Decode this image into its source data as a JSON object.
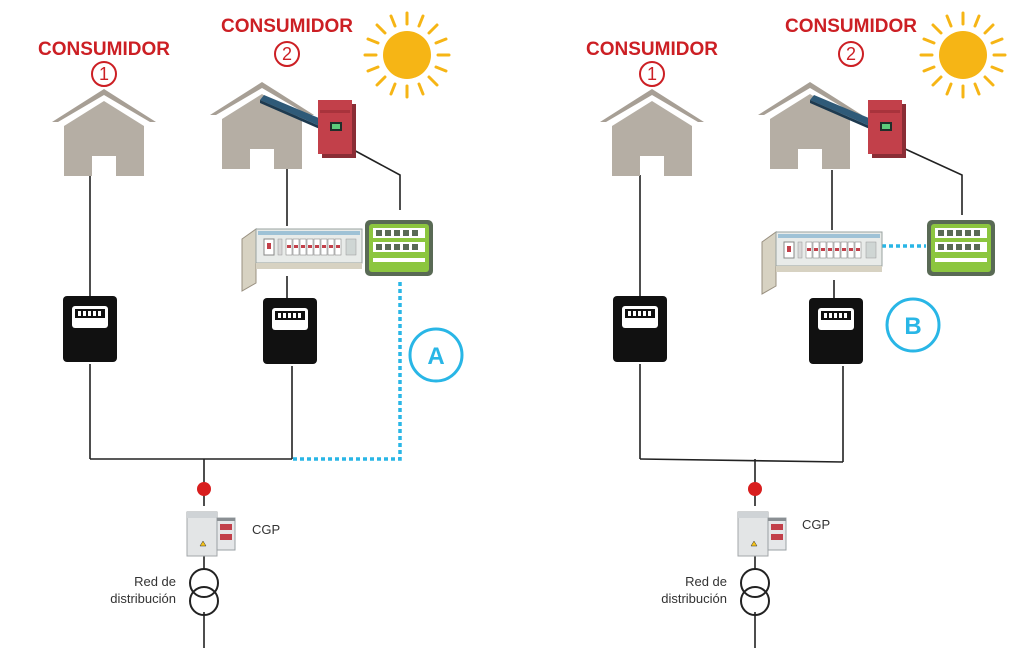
{
  "colors": {
    "title_red": "#cc1f24",
    "accent_blue": "#29b6e6",
    "house_gray": "#b5aea4",
    "meter_black": "#111111",
    "sun_yellow": "#f6b515",
    "node_red": "#d81e1e",
    "inverter_red": "#c2404a",
    "panel_blue": "#2f5a78",
    "smart_meter_green": "#8cc63f"
  },
  "icons": [
    "house-icon",
    "meter-icon",
    "sun-icon",
    "solar-panel-icon",
    "inverter-icon",
    "breaker-panel-icon",
    "generation-meter-icon",
    "cgp-box-icon",
    "transformer-icon"
  ],
  "left_diagram": {
    "consumer1_title": "CONSUMIDOR",
    "consumer1_number": "1",
    "consumer2_title": "CONSUMIDOR",
    "consumer2_number": "2",
    "badge": "A",
    "cgp_label": "CGP",
    "grid_label_line1": "Red de",
    "grid_label_line2": "distribución"
  },
  "right_diagram": {
    "consumer1_title": "CONSUMIDOR",
    "consumer1_number": "1",
    "consumer2_title": "CONSUMIDOR",
    "consumer2_number": "2",
    "badge": "B",
    "cgp_label": "CGP",
    "grid_label_line1": "Red de",
    "grid_label_line2": "distribución"
  }
}
